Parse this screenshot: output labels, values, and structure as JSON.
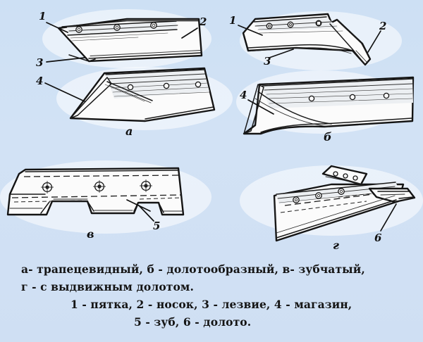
{
  "figure": {
    "background_color": "#cfe0f3",
    "ink_color": "#141414",
    "plate_color": "#fbfbfb",
    "panels": [
      {
        "letter": "а",
        "name": "trapezoidal-plowshare",
        "callouts": [
          "1",
          "2",
          "3",
          "4"
        ]
      },
      {
        "letter": "б",
        "name": "chisel-shaped-plowshare",
        "callouts": [
          "1",
          "2",
          "3",
          "4"
        ]
      },
      {
        "letter": "в",
        "name": "toothed-plowshare",
        "callouts": [
          "5"
        ]
      },
      {
        "letter": "г",
        "name": "plowshare-with-retractable-chisel",
        "callouts": [
          "6"
        ]
      }
    ]
  },
  "callouts": {
    "a_1": "1",
    "a_2": "2",
    "a_3": "3",
    "a_4": "4",
    "b_1": "1",
    "b_2": "2",
    "b_3": "3",
    "b_4": "4",
    "v_5": "5",
    "g_6": "6"
  },
  "panel_letters": {
    "a": "а",
    "b": "б",
    "v": "в",
    "g": "г"
  },
  "caption": {
    "line1": "а- трапецевидный, б - долотообразный, в- зубчатый,",
    "line2": "г - с выдвижным долотом.",
    "line3": "1 - пятка, 2 - носок, 3 - лезвие, 4 - магазин,",
    "line4": "5 - зуб, 6 - долото."
  }
}
